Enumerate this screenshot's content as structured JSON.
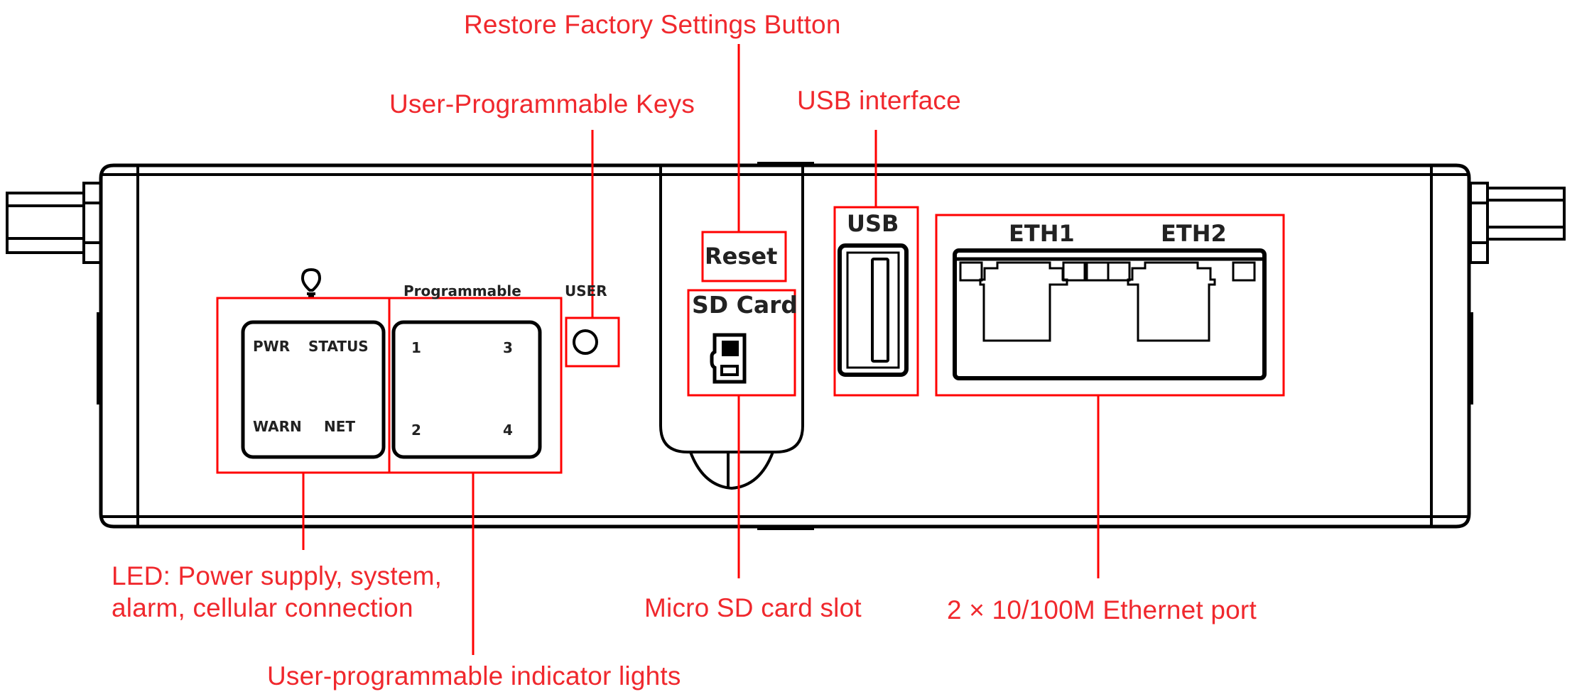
{
  "diagram": {
    "subject": "Industrial router front panel",
    "accent_color": "#f0282d",
    "line_color": "#000000",
    "callouts": {
      "restore_factory": "Restore Factory Settings Button",
      "user_keys": "User-Programmable Keys",
      "usb_interface": "USB interface",
      "led_line1": "LED: Power supply, system,",
      "led_line2": "alarm, cellular connection",
      "indicator_lights": "User-programmable indicator lights",
      "micro_sd": "Micro SD card slot",
      "ethernet": "2 × 10/100M Ethernet port"
    },
    "panel_labels": {
      "led_icon": "lightbulb-icon",
      "led_pwr": "PWR",
      "led_status": "STATUS",
      "led_warn": "WARN",
      "led_net": "NET",
      "programmable_title": "Programmable",
      "prog_1": "1",
      "prog_2": "2",
      "prog_3": "3",
      "prog_4": "4",
      "user_title": "USER",
      "reset": "Reset",
      "sd_card": "SD Card",
      "usb": "USB",
      "eth1": "ETH1",
      "eth2": "ETH2"
    }
  }
}
